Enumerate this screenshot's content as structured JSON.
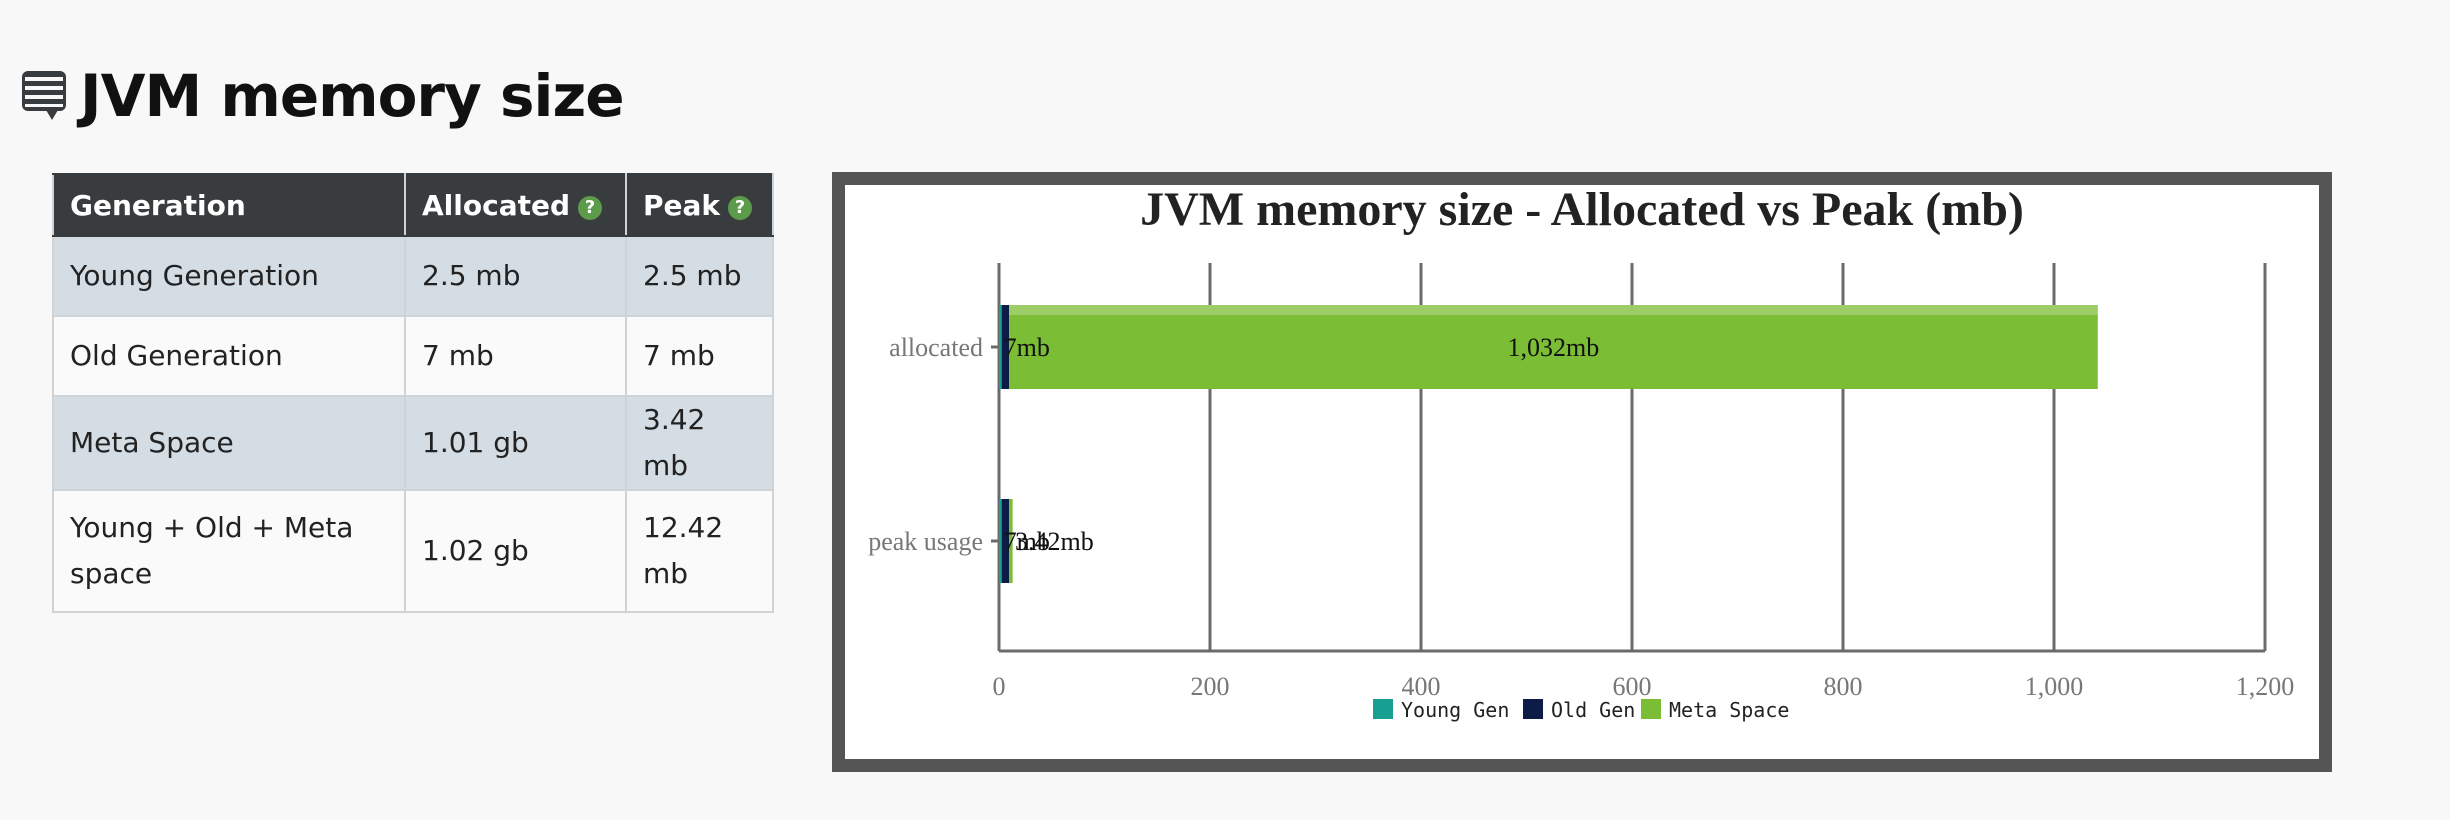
{
  "page": {
    "title": "JVM memory size"
  },
  "table": {
    "headers": [
      "Generation",
      "Allocated",
      "Peak"
    ],
    "help_icon": "?",
    "rows": [
      [
        "Young Generation",
        "2.5 mb",
        "2.5 mb"
      ],
      [
        "Old Generation",
        "7 mb",
        "7 mb"
      ],
      [
        "Meta Space",
        "1.01 gb",
        "3.42 mb"
      ],
      [
        "Young + Old + Meta space",
        "1.02 gb",
        "12.42 mb"
      ]
    ]
  },
  "colors": {
    "young": "#17a092",
    "old": "#0d1c46",
    "meta": "#7bbd34",
    "header_bg": "#393c3e",
    "frame": "#555555"
  },
  "chart_data": {
    "type": "bar",
    "orientation": "horizontal",
    "stacked": true,
    "title": "JVM memory size - Allocated vs Peak (mb)",
    "categories": [
      "allocated",
      "peak usage"
    ],
    "series": [
      {
        "name": "Young Gen",
        "values": [
          2.5,
          2.5
        ],
        "labels": [
          "",
          ""
        ]
      },
      {
        "name": "Old Gen",
        "values": [
          7,
          7
        ],
        "labels": [
          "7mb",
          "7mb"
        ]
      },
      {
        "name": "Meta Space",
        "values": [
          1032,
          3.42
        ],
        "labels": [
          "1,032mb",
          "3.42mb"
        ]
      }
    ],
    "xlim": [
      0,
      1200
    ],
    "xticks": [
      0,
      200,
      400,
      600,
      800,
      1000,
      1200
    ],
    "xtick_labels": [
      "0",
      "200",
      "400",
      "600",
      "800",
      "1,000",
      "1,200"
    ],
    "grid": true,
    "legend": "bottom-center"
  }
}
